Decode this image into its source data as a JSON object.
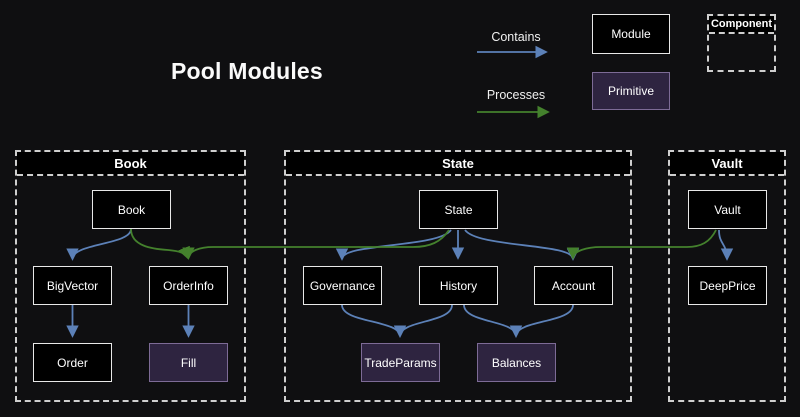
{
  "title": "Pool Modules",
  "colors": {
    "background": "#0f0f11",
    "contains_blue": "#5c81b8",
    "processes_green": "#44812d",
    "module_fill": "#000000",
    "module_border": "#e8e8e8",
    "primitive_fill": "#2e2440",
    "primitive_border": "#7d6b96",
    "container_dash": "#cfcfcf",
    "text": "#ffffff"
  },
  "legend": {
    "contains_label": "Contains",
    "processes_label": "Processes",
    "module_label": "Module",
    "primitive_label": "Primitive",
    "component_label": "Component"
  },
  "containers": [
    {
      "label": "Book",
      "nodes": [
        {
          "label": "Book",
          "type": "module"
        },
        {
          "label": "BigVector",
          "type": "module"
        },
        {
          "label": "OrderInfo",
          "type": "module"
        },
        {
          "label": "Order",
          "type": "module"
        },
        {
          "label": "Fill",
          "type": "primitive"
        }
      ]
    },
    {
      "label": "State",
      "nodes": [
        {
          "label": "State",
          "type": "module"
        },
        {
          "label": "Governance",
          "type": "module"
        },
        {
          "label": "History",
          "type": "module"
        },
        {
          "label": "Account",
          "type": "module"
        },
        {
          "label": "TradeParams",
          "type": "primitive"
        },
        {
          "label": "Balances",
          "type": "primitive"
        }
      ]
    },
    {
      "label": "Vault",
      "nodes": [
        {
          "label": "Vault",
          "type": "module"
        },
        {
          "label": "DeepPrice",
          "type": "module"
        }
      ]
    }
  ],
  "edges": [
    {
      "from": "Book",
      "to": "BigVector",
      "type": "contains"
    },
    {
      "from": "Book",
      "to": "OrderInfo",
      "type": "processes"
    },
    {
      "from": "BigVector",
      "to": "Order",
      "type": "contains"
    },
    {
      "from": "OrderInfo",
      "to": "Fill",
      "type": "contains"
    },
    {
      "from": "State",
      "to": "Governance",
      "type": "contains"
    },
    {
      "from": "State",
      "to": "History",
      "type": "contains"
    },
    {
      "from": "State",
      "to": "Account",
      "type": "contains"
    },
    {
      "from": "State",
      "to": "OrderInfo",
      "type": "processes"
    },
    {
      "from": "Governance",
      "to": "TradeParams",
      "type": "contains"
    },
    {
      "from": "History",
      "to": "TradeParams",
      "type": "contains"
    },
    {
      "from": "History",
      "to": "Balances",
      "type": "contains"
    },
    {
      "from": "Account",
      "to": "Balances",
      "type": "contains"
    },
    {
      "from": "Vault",
      "to": "DeepPrice",
      "type": "contains"
    },
    {
      "from": "Vault",
      "to": "Account",
      "type": "processes"
    }
  ]
}
